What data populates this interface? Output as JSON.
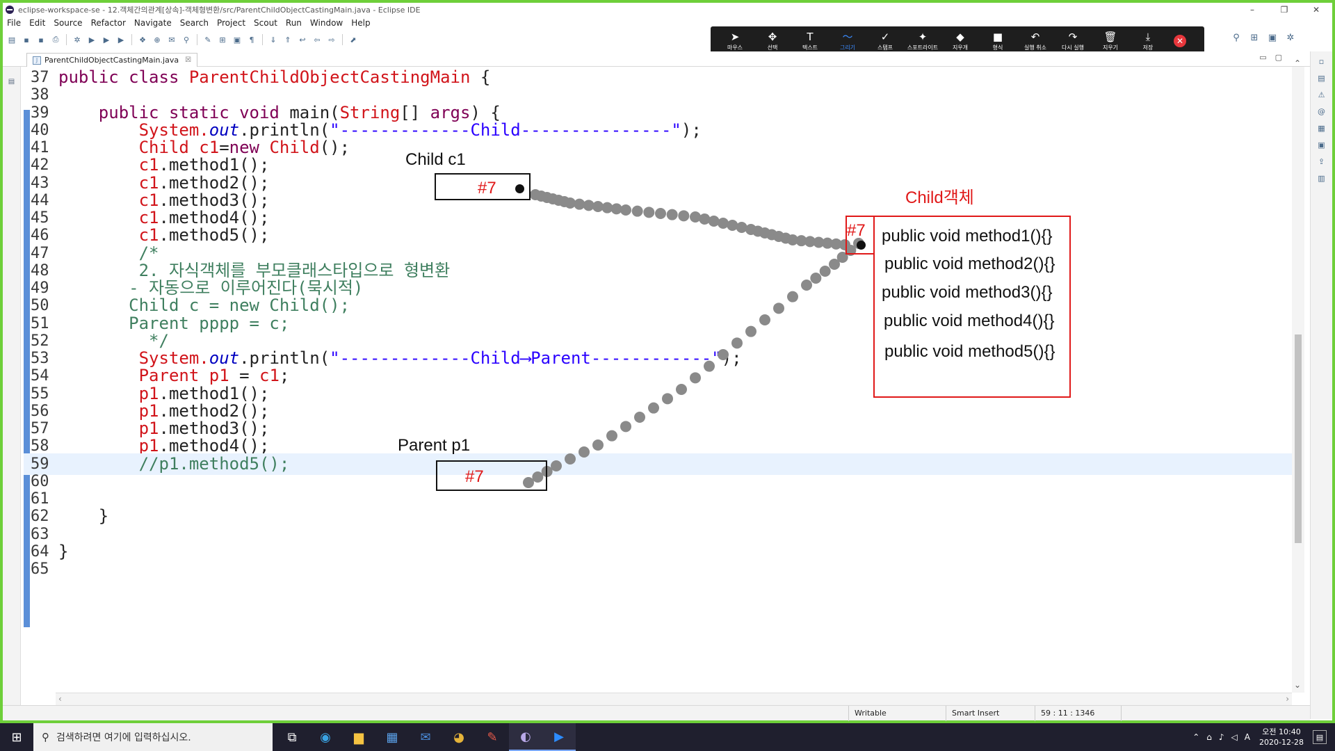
{
  "window": {
    "title": "eclipse-workspace-se - 12.객체간의관계[상속]-객체형변환/src/ParentChildObjectCastingMain.java - Eclipse IDE",
    "minimize": "–",
    "maximize": "❐",
    "close": "✕"
  },
  "menu": [
    "File",
    "Edit",
    "Source",
    "Refactor",
    "Navigate",
    "Search",
    "Project",
    "Scout",
    "Run",
    "Window",
    "Help"
  ],
  "annotation_toolbar": {
    "buttons": [
      {
        "icon": "arrow-pointer-icon",
        "glyph": "➤",
        "label": "마우스"
      },
      {
        "icon": "move-icon",
        "glyph": "✥",
        "label": "선택"
      },
      {
        "icon": "text-icon",
        "glyph": "T",
        "label": "텍스트"
      },
      {
        "icon": "draw-icon",
        "glyph": "〜",
        "label": "그리기",
        "active": true
      },
      {
        "icon": "stamp-icon",
        "glyph": "✓",
        "label": "스탬프"
      },
      {
        "icon": "spotlight-icon",
        "glyph": "✦",
        "label": "스포트라이트"
      },
      {
        "icon": "eraser-icon",
        "glyph": "◆",
        "label": "지우개"
      },
      {
        "icon": "format-icon",
        "glyph": "■",
        "label": "형식"
      },
      {
        "icon": "undo-icon",
        "glyph": "↶",
        "label": "실행 취소"
      },
      {
        "icon": "redo-icon",
        "glyph": "↷",
        "label": "다시 실행"
      },
      {
        "icon": "trash-icon",
        "glyph": "🗑",
        "label": "지우기"
      },
      {
        "icon": "save-icon",
        "glyph": "⤓",
        "label": "저장"
      }
    ],
    "close": "✕"
  },
  "editor": {
    "tab_label": "ParentChildObjectCastingMain.java",
    "tab_close": "☒",
    "cursor_line": 59
  },
  "code_lines": [
    {
      "n": "37",
      "parts": [
        {
          "t": "public class ",
          "c": "kw"
        },
        {
          "t": "ParentChildObjectCastingMain",
          "c": "red"
        },
        {
          "t": " {",
          "c": ""
        }
      ]
    },
    {
      "n": "38",
      "parts": []
    },
    {
      "n": "39",
      "parts": [
        {
          "t": "    public static void ",
          "c": "kw"
        },
        {
          "t": "main(",
          "c": ""
        },
        {
          "t": "String",
          "c": "red"
        },
        {
          "t": "[] ",
          "c": ""
        },
        {
          "t": "args",
          "c": "kw"
        },
        {
          "t": ") {",
          "c": ""
        }
      ]
    },
    {
      "n": "40",
      "parts": [
        {
          "t": "        System.",
          "c": "red"
        },
        {
          "t": "out",
          "c": "fld"
        },
        {
          "t": ".println(",
          "c": ""
        },
        {
          "t": "\"-------------Child---------------\"",
          "c": "str"
        },
        {
          "t": ");",
          "c": ""
        }
      ]
    },
    {
      "n": "41",
      "parts": [
        {
          "t": "        Child c1",
          "c": "red"
        },
        {
          "t": "=",
          "c": ""
        },
        {
          "t": "new ",
          "c": "kw"
        },
        {
          "t": "Child",
          "c": "red"
        },
        {
          "t": "();",
          "c": ""
        }
      ]
    },
    {
      "n": "42",
      "parts": [
        {
          "t": "        c1",
          "c": "red"
        },
        {
          "t": ".method1();",
          "c": ""
        }
      ]
    },
    {
      "n": "43",
      "parts": [
        {
          "t": "        c1",
          "c": "red"
        },
        {
          "t": ".method2();",
          "c": ""
        }
      ]
    },
    {
      "n": "44",
      "parts": [
        {
          "t": "        c1",
          "c": "red"
        },
        {
          "t": ".method3();",
          "c": ""
        }
      ]
    },
    {
      "n": "45",
      "parts": [
        {
          "t": "        c1",
          "c": "red"
        },
        {
          "t": ".method4();",
          "c": ""
        }
      ]
    },
    {
      "n": "46",
      "parts": [
        {
          "t": "        c1",
          "c": "red"
        },
        {
          "t": ".method5();",
          "c": ""
        }
      ]
    },
    {
      "n": "47",
      "parts": [
        {
          "t": "        /*",
          "c": "cm"
        }
      ]
    },
    {
      "n": "48",
      "parts": [
        {
          "t": "        2. 자식객체를 부모클래스타입으로 형변환",
          "c": "cm"
        }
      ]
    },
    {
      "n": "49",
      "parts": [
        {
          "t": "       - 자동으로 이루어진다(묵시적)",
          "c": "cm"
        }
      ]
    },
    {
      "n": "50",
      "parts": [
        {
          "t": "       Child c = new Child();",
          "c": "cm"
        }
      ]
    },
    {
      "n": "51",
      "parts": [
        {
          "t": "       Parent pppp = c;",
          "c": "cm"
        }
      ]
    },
    {
      "n": "52",
      "parts": [
        {
          "t": "         */",
          "c": "cm"
        }
      ]
    },
    {
      "n": "53",
      "parts": [
        {
          "t": "        System.",
          "c": "red"
        },
        {
          "t": "out",
          "c": "fld"
        },
        {
          "t": ".println(",
          "c": ""
        },
        {
          "t": "\"-------------Child⟶Parent------------\"",
          "c": "str"
        },
        {
          "t": ");",
          "c": ""
        }
      ]
    },
    {
      "n": "54",
      "parts": [
        {
          "t": "        Parent p1",
          "c": "red"
        },
        {
          "t": " = ",
          "c": ""
        },
        {
          "t": "c1",
          "c": "red"
        },
        {
          "t": ";",
          "c": ""
        }
      ]
    },
    {
      "n": "55",
      "parts": [
        {
          "t": "        p1",
          "c": "red"
        },
        {
          "t": ".method1();",
          "c": ""
        }
      ]
    },
    {
      "n": "56",
      "parts": [
        {
          "t": "        p1",
          "c": "red"
        },
        {
          "t": ".method2();",
          "c": ""
        }
      ]
    },
    {
      "n": "57",
      "parts": [
        {
          "t": "        p1",
          "c": "red"
        },
        {
          "t": ".method3();",
          "c": ""
        }
      ]
    },
    {
      "n": "58",
      "parts": [
        {
          "t": "        p1",
          "c": "red"
        },
        {
          "t": ".method4();",
          "c": ""
        }
      ]
    },
    {
      "n": "59",
      "parts": [
        {
          "t": "        //p1.method5();",
          "c": "cm"
        }
      ]
    },
    {
      "n": "60",
      "parts": []
    },
    {
      "n": "61",
      "parts": []
    },
    {
      "n": "62",
      "parts": [
        {
          "t": "    }",
          "c": ""
        }
      ]
    },
    {
      "n": "63",
      "parts": []
    },
    {
      "n": "64",
      "parts": [
        {
          "t": "}",
          "c": ""
        }
      ]
    },
    {
      "n": "65",
      "parts": []
    }
  ],
  "drawing": {
    "child_label": "Child  c1",
    "child_ref": "#7",
    "parent_label": "Parent  p1",
    "parent_ref": "#7",
    "object_title": "Child객체",
    "object_ref": "#7",
    "methods": [
      "public void method1(){}",
      "public void method2(){}",
      "public void method3(){}",
      "public void method4(){}",
      "public void method5(){}"
    ],
    "dot_color": "#8a8a8a"
  },
  "status": {
    "writable": "Writable",
    "insert_mode": "Smart Insert",
    "position": "59 : 11 : 1346"
  },
  "taskbar": {
    "search_placeholder": "검색하려면 여기에 입력하십시오.",
    "apps": [
      {
        "name": "task-view-icon",
        "glyph": "⧉"
      },
      {
        "name": "edge-icon",
        "glyph": "◉"
      },
      {
        "name": "file-explorer-icon",
        "glyph": "▆"
      },
      {
        "name": "store-icon",
        "glyph": "▦"
      },
      {
        "name": "mail-icon",
        "glyph": "✉"
      },
      {
        "name": "chrome-icon",
        "glyph": "◕"
      },
      {
        "name": "paint-icon",
        "glyph": "✎"
      },
      {
        "name": "eclipse-icon",
        "glyph": "◐"
      },
      {
        "name": "zoom-icon",
        "glyph": "▶"
      }
    ],
    "time": "오전 10:40",
    "date": "2020-12-28",
    "ime": "A"
  }
}
